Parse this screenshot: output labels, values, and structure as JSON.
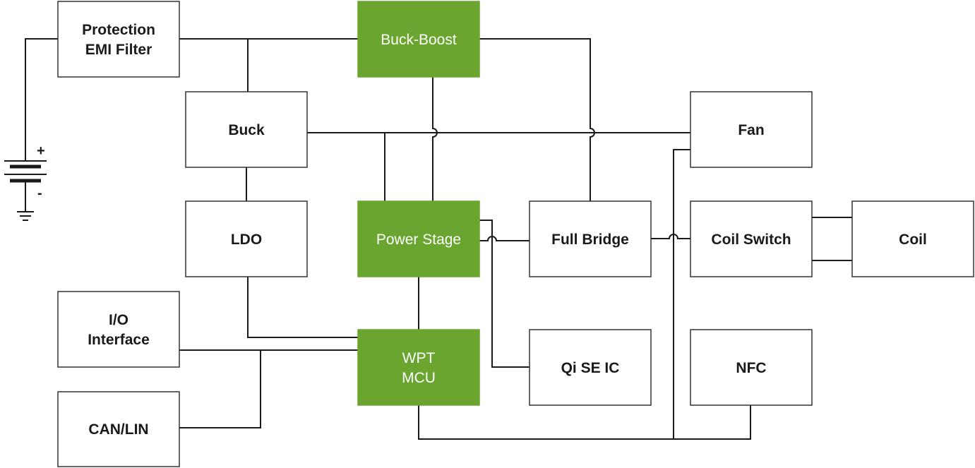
{
  "blocks": {
    "protection": [
      "Protection",
      "EMI Filter"
    ],
    "buck_boost": [
      "Buck-Boost"
    ],
    "buck": [
      "Buck"
    ],
    "ldo": [
      "LDO"
    ],
    "power_stage": [
      "Power Stage"
    ],
    "full_bridge": [
      "Full Bridge"
    ],
    "fan": [
      "Fan"
    ],
    "coil_switch": [
      "Coil Switch"
    ],
    "coil": [
      "Coil"
    ],
    "io_interface": [
      "I/O",
      "Interface"
    ],
    "can_lin": [
      "CAN/LIN"
    ],
    "wpt_mcu": [
      "WPT",
      "MCU"
    ],
    "qi_se_ic": [
      "Qi SE IC"
    ],
    "nfc": [
      "NFC"
    ]
  },
  "battery": {
    "plus": "+",
    "minus": "-"
  },
  "colors": {
    "accent_green": "#6aa62f",
    "wire": "#1a1a1a",
    "box_border": "#333333"
  }
}
